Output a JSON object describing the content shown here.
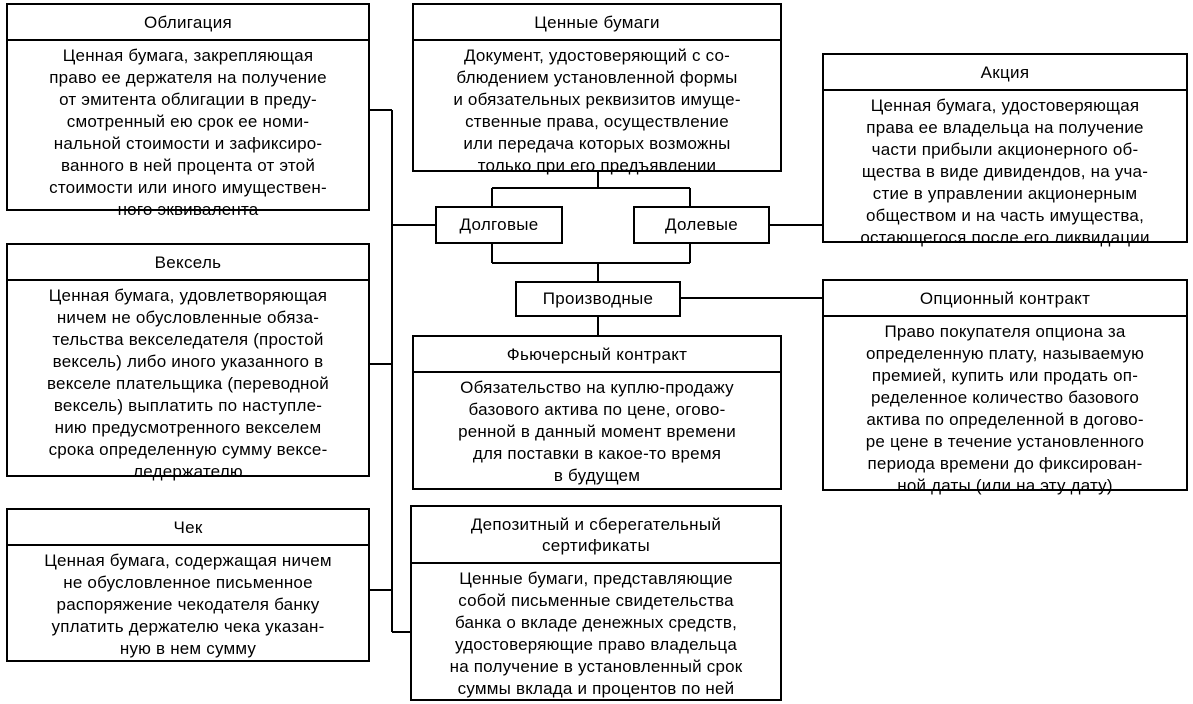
{
  "boxes": {
    "obligation": {
      "title": "Облигация",
      "text": "Ценная бумага, закрепляющая\nправо ее держателя на получение\nот эмитента облигации в преду-\nсмотренный ею срок ее номи-\nнальной стоимости и зафиксиро-\nванного в ней процента от этой\nстоимости или иного имуществен-\nного эквивалента"
    },
    "securities": {
      "title": "Ценные бумаги",
      "text": "Документ, удостоверяющий с со-\nблюдением установленной формы\nи обязательных реквизитов имуще-\nственные права, осуществление\nили передача которых возможны\nтолько при его предъявлении"
    },
    "share": {
      "title": "Акция",
      "text": "Ценная бумага, удостоверяющая\nправа ее владельца на получение\nчасти прибыли акционерного об-\nщества в виде дивидендов, на уча-\nстие в управлении акционерным\nобществом и на часть имущества,\nостающегося после его ликвидации"
    },
    "bill": {
      "title": "Вексель",
      "text": "Ценная бумага, удовлетворяющая\nничем не обусловленные обяза-\nтельства векселедателя (простой\nвексель) либо иного указанного в\nвекселе плательщика (переводной\nвексель) выплатить по наступле-\nнию предусмотренного векселем\nсрока определенную сумму вексе-\nледержателю"
    },
    "option": {
      "title": "Опционный контракт",
      "text": "Право покупателя опциона за\nопределенную плату, называемую\nпремией, купить или продать оп-\nределенное количество базового\nактива по определенной в догово-\nре цене в течение установленного\nпериода времени до фиксирован-\nной даты (или на эту дату)"
    },
    "futures": {
      "title": "Фьючерсный контракт",
      "text": "Обязательство на куплю-продажу\nбазового актива по цене, огово-\nренной в данный момент времени\nдля поставки в какое-то время\nв будущем"
    },
    "cheque": {
      "title": "Чек",
      "text": "Ценная бумага, содержащая ничем\nне обусловленное письменное\nраспоряжение чекодателя банку\nуплатить держателю чека указан-\nную в нем сумму"
    },
    "certificate": {
      "title": "Депозитный и сберегательный\nсертификаты",
      "text": "Ценные бумаги, представляющие\nсобой письменные свидетельства\nбанка о вкладе денежных средств,\nудостоверяющие право владельца\nна получение в установленный срок\nсуммы вклада и процентов по ней"
    }
  },
  "categories": {
    "debt": "Долговые",
    "equity": "Долевые",
    "derivative": "Производные"
  }
}
